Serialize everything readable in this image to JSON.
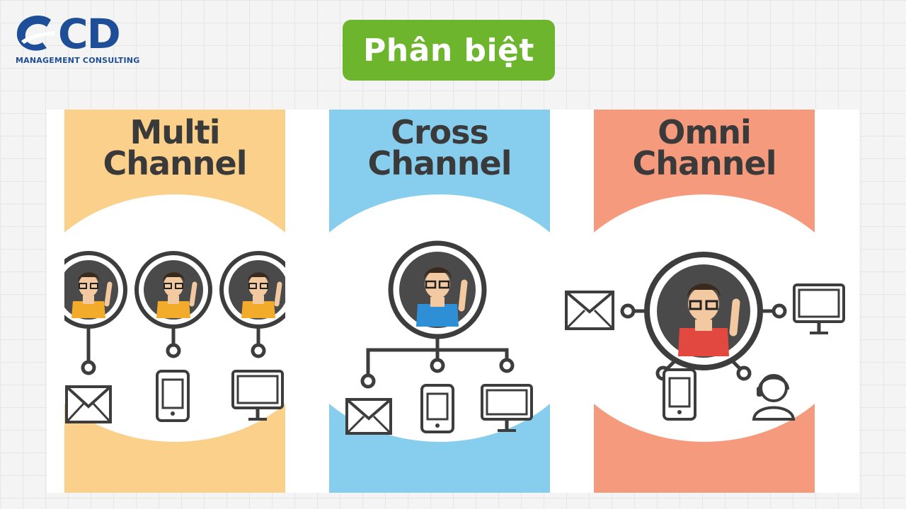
{
  "logo": {
    "letters": "CD",
    "subtitle": "MANAGEMENT CONSULTING",
    "color": "#1f4e98"
  },
  "title": {
    "text": "Phân biệt",
    "bg_color": "#6cb52d"
  },
  "panels": [
    {
      "line1": "Multi",
      "line2": "Channel",
      "bg_color": "#fbd08a",
      "vest_color": "#f3ab2c",
      "channels": [
        "envelope-icon",
        "phone-icon",
        "monitor-icon"
      ]
    },
    {
      "line1": "Cross",
      "line2": "Channel",
      "bg_color": "#86cdee",
      "vest_color": "#2f8fd6",
      "channels": [
        "envelope-icon",
        "phone-icon",
        "monitor-icon"
      ]
    },
    {
      "line1": "Omni",
      "line2": "Channel",
      "bg_color": "#f59a7c",
      "vest_color": "#e24740",
      "channels": [
        "envelope-icon",
        "monitor-icon",
        "phone-icon",
        "headset-icon"
      ]
    }
  ]
}
